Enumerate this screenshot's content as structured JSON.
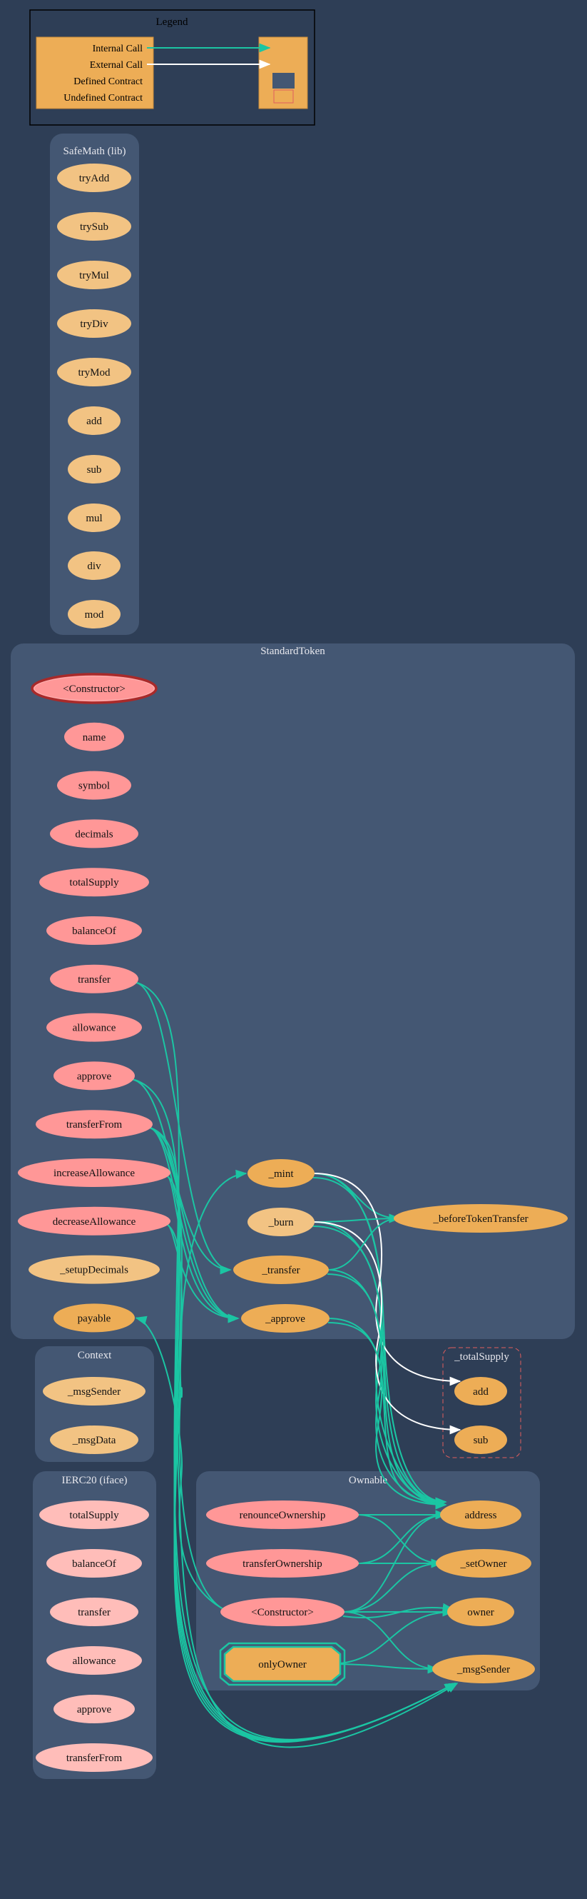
{
  "colors": {
    "background": "#2e3e56",
    "cluster": "#445773",
    "public": "#ff9797",
    "internal_light": "#f2c383",
    "internal": "#edad56",
    "iface": "#ffbdb9",
    "internal_call": "#1bc5a3",
    "external_call": "#ffffff",
    "undefined_border": "#e05d5d"
  },
  "legend": {
    "title": "Legend",
    "items": [
      "Internal Call",
      "External Call",
      "Defined Contract",
      "Undefined Contract"
    ]
  },
  "clusters": [
    {
      "id": "sm",
      "title": "SafeMath  (lib)",
      "nodes": [
        {
          "id": "tryAdd",
          "label": "tryAdd",
          "style": "internal_light"
        },
        {
          "id": "trySub",
          "label": "trySub",
          "style": "internal_light"
        },
        {
          "id": "tryMul",
          "label": "tryMul",
          "style": "internal_light"
        },
        {
          "id": "tryDiv",
          "label": "tryDiv",
          "style": "internal_light"
        },
        {
          "id": "tryMod",
          "label": "tryMod",
          "style": "internal_light"
        },
        {
          "id": "add",
          "label": "add",
          "style": "internal_light"
        },
        {
          "id": "sub",
          "label": "sub",
          "style": "internal_light"
        },
        {
          "id": "mul",
          "label": "mul",
          "style": "internal_light"
        },
        {
          "id": "div",
          "label": "div",
          "style": "internal_light"
        },
        {
          "id": "mod",
          "label": "mod",
          "style": "internal_light"
        }
      ]
    },
    {
      "id": "st",
      "title": "StandardToken",
      "nodes": [
        {
          "id": "ctor",
          "label": "<Constructor>",
          "style": "constructor"
        },
        {
          "id": "name",
          "label": "name",
          "style": "public"
        },
        {
          "id": "symbol",
          "label": "symbol",
          "style": "public"
        },
        {
          "id": "decimals",
          "label": "decimals",
          "style": "public"
        },
        {
          "id": "totalSupply",
          "label": "totalSupply",
          "style": "public"
        },
        {
          "id": "balanceOf",
          "label": "balanceOf",
          "style": "public"
        },
        {
          "id": "transfer",
          "label": "transfer",
          "style": "public"
        },
        {
          "id": "allowance",
          "label": "allowance",
          "style": "public"
        },
        {
          "id": "approve",
          "label": "approve",
          "style": "public"
        },
        {
          "id": "transferFrom",
          "label": "transferFrom",
          "style": "public"
        },
        {
          "id": "increaseAllowance",
          "label": "increaseAllowance",
          "style": "public"
        },
        {
          "id": "decreaseAllowance",
          "label": "decreaseAllowance",
          "style": "public"
        },
        {
          "id": "_setupDecimals",
          "label": "_setupDecimals",
          "style": "internal_light"
        },
        {
          "id": "payable",
          "label": "payable",
          "style": "internal"
        },
        {
          "id": "_mint",
          "label": "_mint",
          "style": "internal"
        },
        {
          "id": "_burn",
          "label": "_burn",
          "style": "internal_light"
        },
        {
          "id": "_transfer",
          "label": "_transfer",
          "style": "internal"
        },
        {
          "id": "_approve",
          "label": "_approve",
          "style": "internal"
        },
        {
          "id": "_beforeTokenTransfer",
          "label": "_beforeTokenTransfer",
          "style": "internal"
        }
      ]
    },
    {
      "id": "ctx",
      "title": "Context",
      "nodes": [
        {
          "id": "_msgSender",
          "label": "_msgSender",
          "style": "internal_light"
        },
        {
          "id": "_msgData",
          "label": "_msgData",
          "style": "internal_light"
        }
      ]
    },
    {
      "id": "ts",
      "title": "_totalSupply",
      "undefined": true,
      "nodes": [
        {
          "id": "add",
          "label": "add",
          "style": "internal"
        },
        {
          "id": "sub",
          "label": "sub",
          "style": "internal"
        }
      ]
    },
    {
      "id": "ierc",
      "title": "IERC20  (iface)",
      "nodes": [
        {
          "id": "totalSupply",
          "label": "totalSupply",
          "style": "iface"
        },
        {
          "id": "balanceOf",
          "label": "balanceOf",
          "style": "iface"
        },
        {
          "id": "transfer",
          "label": "transfer",
          "style": "iface"
        },
        {
          "id": "allowance",
          "label": "allowance",
          "style": "iface"
        },
        {
          "id": "approve",
          "label": "approve",
          "style": "iface"
        },
        {
          "id": "transferFrom",
          "label": "transferFrom",
          "style": "iface"
        }
      ]
    },
    {
      "id": "own",
      "title": "Ownable",
      "nodes": [
        {
          "id": "renounceOwnership",
          "label": "renounceOwnership",
          "style": "public"
        },
        {
          "id": "transferOwnership",
          "label": "transferOwnership",
          "style": "public"
        },
        {
          "id": "ctor",
          "label": "<Constructor>",
          "style": "public"
        },
        {
          "id": "onlyOwner",
          "label": "onlyOwner",
          "style": "modifier"
        },
        {
          "id": "address",
          "label": "address",
          "style": "internal"
        },
        {
          "id": "_setOwner",
          "label": "_setOwner",
          "style": "internal"
        },
        {
          "id": "owner",
          "label": "owner",
          "style": "internal"
        },
        {
          "id": "_msgSender",
          "label": "_msgSender",
          "style": "internal"
        }
      ]
    }
  ],
  "edges": [
    {
      "from": "st.transfer",
      "to": "st._transfer",
      "type": "internal"
    },
    {
      "from": "st.transfer",
      "to": "own._msgSender",
      "type": "internal"
    },
    {
      "from": "st.approve",
      "to": "st._approve",
      "type": "internal"
    },
    {
      "from": "st.approve",
      "to": "own._msgSender",
      "type": "internal"
    },
    {
      "from": "st.transferFrom",
      "to": "st._transfer",
      "type": "internal"
    },
    {
      "from": "st.transferFrom",
      "to": "st._approve",
      "type": "internal"
    },
    {
      "from": "st.transferFrom",
      "to": "own._msgSender",
      "type": "internal"
    },
    {
      "from": "st.transferFrom",
      "to": "own._msgSender",
      "type": "internal"
    },
    {
      "from": "st.increaseAllowance",
      "to": "st._approve",
      "type": "internal"
    },
    {
      "from": "st.increaseAllowance",
      "to": "own._msgSender",
      "type": "internal"
    },
    {
      "from": "st.decreaseAllowance",
      "to": "st._approve",
      "type": "internal"
    },
    {
      "from": "st.decreaseAllowance",
      "to": "own._msgSender",
      "type": "internal"
    },
    {
      "from": "own.ctor",
      "to": "st._mint",
      "type": "internal"
    },
    {
      "from": "own.ctor",
      "to": "st.payable",
      "type": "internal"
    },
    {
      "from": "st._mint",
      "to": "st._beforeTokenTransfer",
      "type": "internal"
    },
    {
      "from": "st._mint",
      "to": "own.address",
      "type": "internal"
    },
    {
      "from": "st._mint",
      "to": "own.address",
      "type": "internal"
    },
    {
      "from": "st._mint",
      "to": "ts.add",
      "type": "external"
    },
    {
      "from": "st._burn",
      "to": "st._beforeTokenTransfer",
      "type": "internal"
    },
    {
      "from": "st._burn",
      "to": "own.address",
      "type": "internal"
    },
    {
      "from": "st._burn",
      "to": "own.address",
      "type": "internal"
    },
    {
      "from": "st._burn",
      "to": "ts.sub",
      "type": "external"
    },
    {
      "from": "st._transfer",
      "to": "st._beforeTokenTransfer",
      "type": "internal"
    },
    {
      "from": "st._transfer",
      "to": "own.address",
      "type": "internal"
    },
    {
      "from": "st._transfer",
      "to": "own.address",
      "type": "internal"
    },
    {
      "from": "st._approve",
      "to": "own.address",
      "type": "internal"
    },
    {
      "from": "st._approve",
      "to": "own.address",
      "type": "internal"
    },
    {
      "from": "own.renounceOwnership",
      "to": "own.address",
      "type": "internal"
    },
    {
      "from": "own.renounceOwnership",
      "to": "own._setOwner",
      "type": "internal"
    },
    {
      "from": "own.transferOwnership",
      "to": "own.address",
      "type": "internal"
    },
    {
      "from": "own.transferOwnership",
      "to": "own._setOwner",
      "type": "internal"
    },
    {
      "from": "own.ctor",
      "to": "own.address",
      "type": "internal"
    },
    {
      "from": "own.ctor",
      "to": "own._setOwner",
      "type": "internal"
    },
    {
      "from": "own.ctor",
      "to": "own.owner",
      "type": "internal"
    },
    {
      "from": "own.ctor",
      "to": "own.owner",
      "type": "internal"
    },
    {
      "from": "own.ctor",
      "to": "own._msgSender",
      "type": "internal"
    },
    {
      "from": "own.onlyOwner",
      "to": "own.owner",
      "type": "internal"
    },
    {
      "from": "own.onlyOwner",
      "to": "own._msgSender",
      "type": "internal"
    }
  ]
}
